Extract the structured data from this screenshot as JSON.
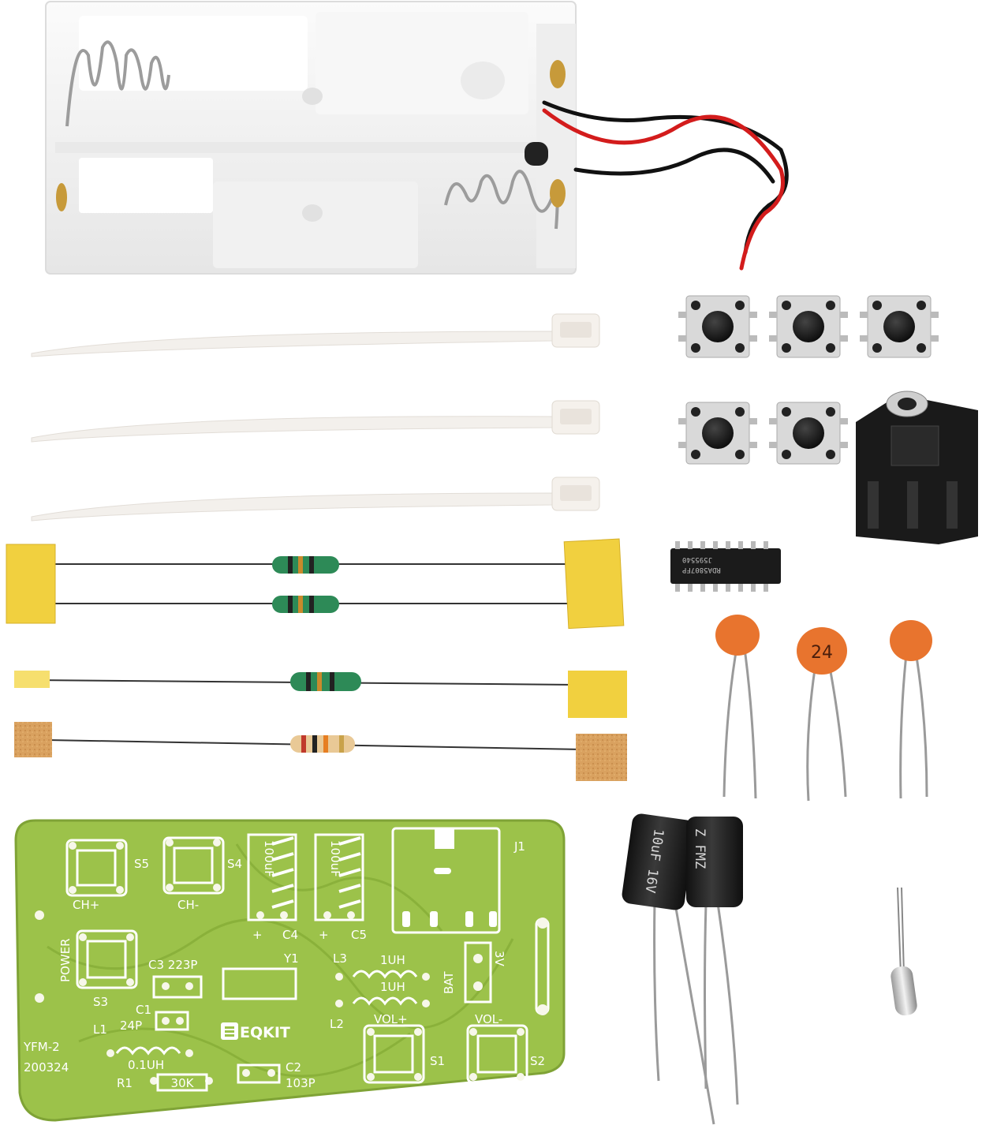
{
  "pcb": {
    "labels": {
      "ch_plus": "CH+",
      "ch_minus": "CH-",
      "s5": "S5",
      "s4": "S4",
      "s3": "S3",
      "s1": "S1",
      "s2": "S2",
      "power": "POWER",
      "c3": "C3  223P",
      "c1": "C1",
      "c1_val": "24P",
      "l1": "L1",
      "l1_val": "0.1UH",
      "r1": "R1",
      "r1_val": "30K",
      "c2": "C2",
      "c2_val": "103P",
      "y1": "Y1",
      "l3": "L3",
      "l2": "L2",
      "uh1": "1UH",
      "uh2": "1UH",
      "c4": "C4",
      "c5": "C5",
      "cap_c4": "100uF",
      "cap_c5": "100uF",
      "j1": "J1",
      "bat": "BAT",
      "volt": "3V",
      "vol_plus": "VOL+",
      "vol_minus": "VOL-",
      "model": "YFM-2",
      "date": "200324",
      "brand": "EQKIT",
      "plus": "+"
    }
  },
  "chip": {
    "line1": "RDA5807FP",
    "line2": "J595540"
  },
  "ceramic_cap_mark": "24",
  "electrolytic": {
    "left_text": "10uF 16V",
    "right_text": "Z FMZ"
  },
  "colors": {
    "pcb_green": "#9cc24a",
    "pcb_text": "#ffffff",
    "battery_holder": "#f4f4f4",
    "tie_white": "#f3f0ec",
    "tape_yellow": "#f1d03f",
    "ceramic_orange": "#e8742e",
    "cap_black": "#1f1f1f"
  }
}
